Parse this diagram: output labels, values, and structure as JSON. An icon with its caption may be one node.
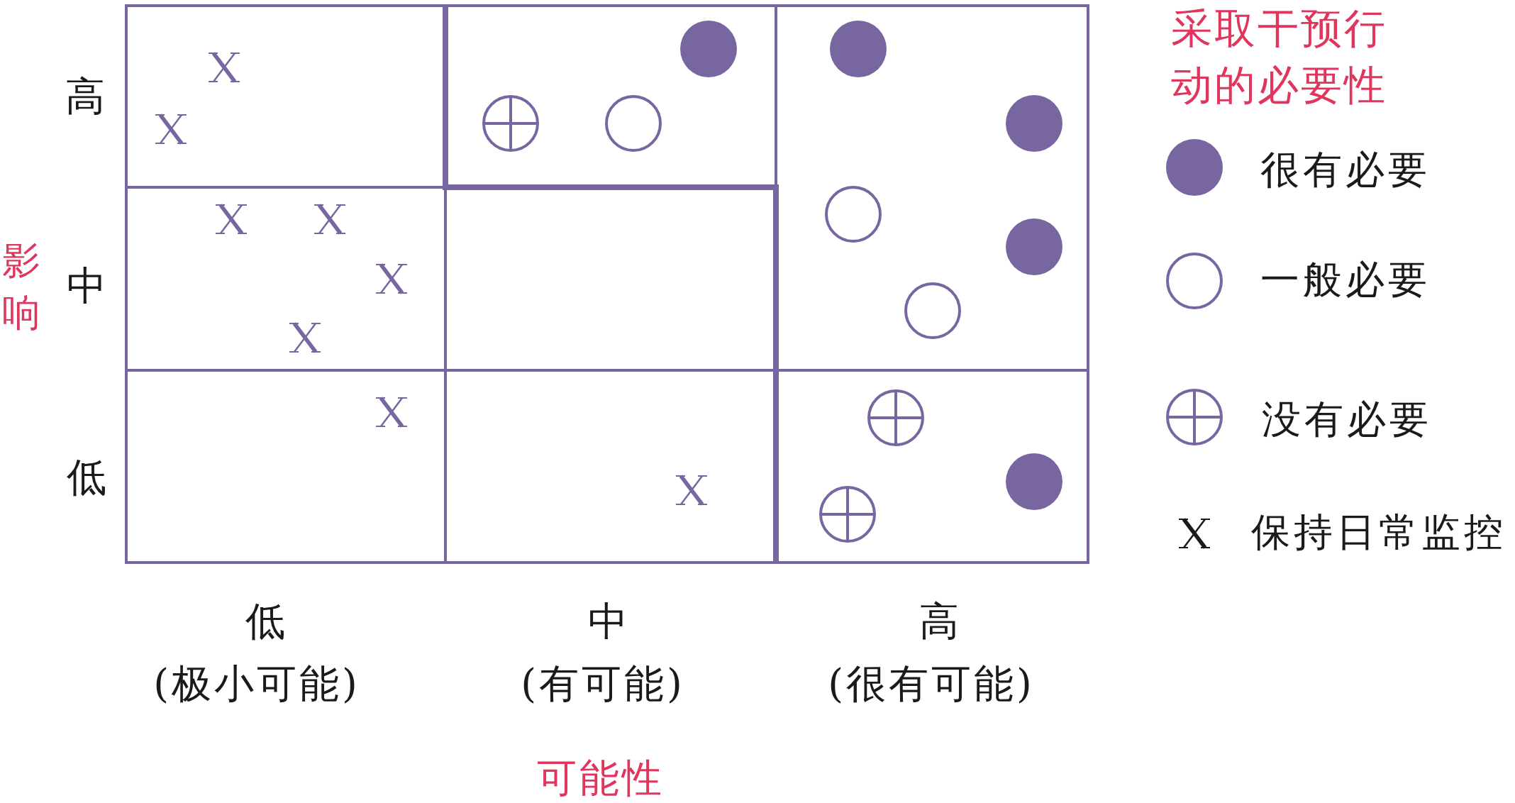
{
  "diagram": {
    "labels": [
      "采取干预行动的必要性",
      "高",
      "影响",
      "中",
      "低",
      "低",
      "(极小可能)",
      "中",
      "(有可能)",
      "高",
      "(很有可能)",
      "可能性"
    ],
    "legend": [
      {
        "text": "很有必要"
      },
      {
        "text": "一般必要"
      },
      {
        "text": "没有必要"
      },
      {
        "text": "保持日常监控"
      }
    ]
  }
}
